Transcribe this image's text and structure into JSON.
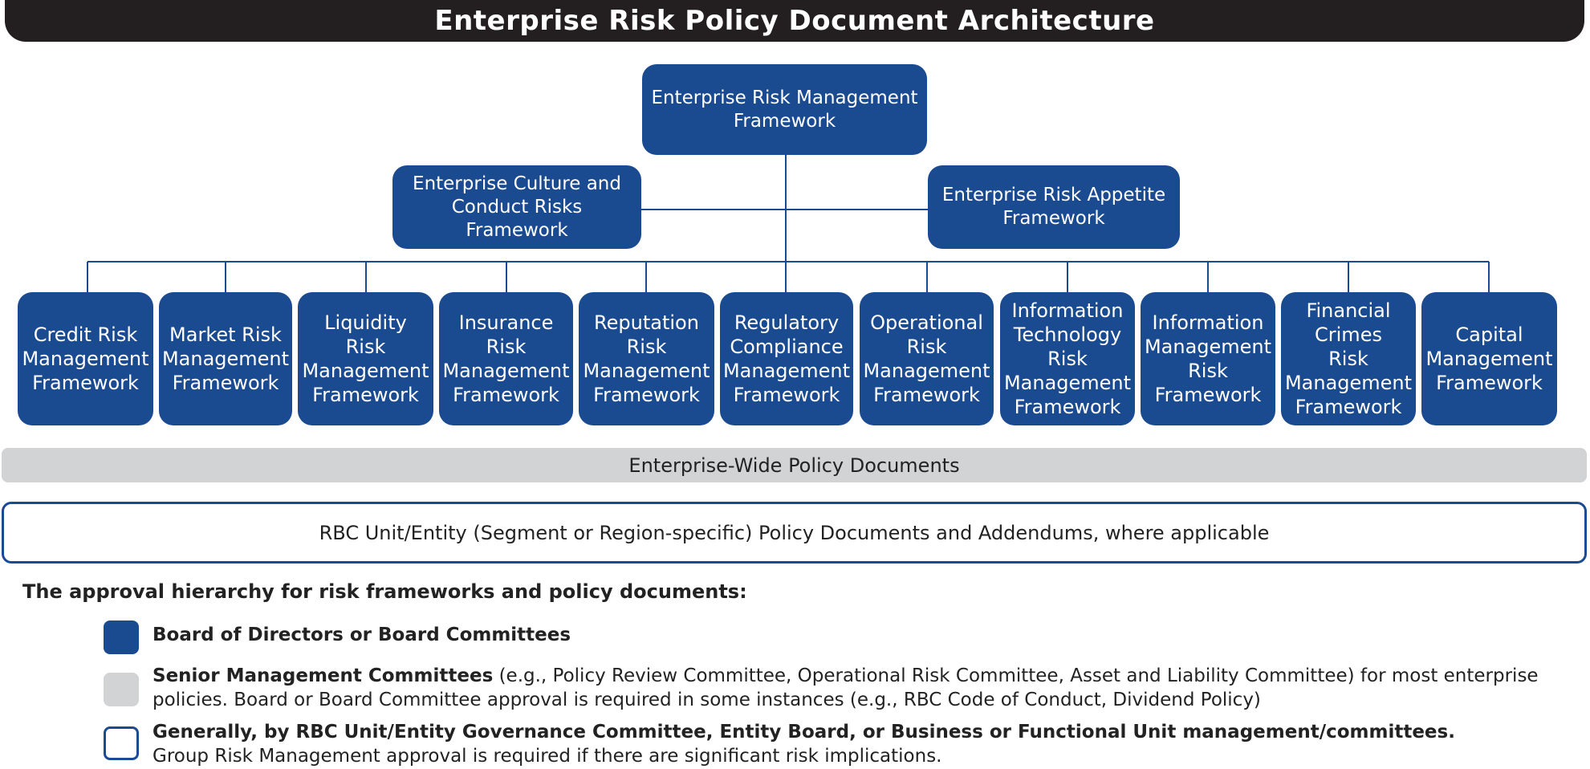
{
  "title": "Enterprise Risk Policy Document Architecture",
  "colors": {
    "board_blue": "#1a4a90",
    "senior_gray": "#d1d3d4",
    "title_black": "#231f20"
  },
  "top_framework": "Enterprise Risk Management\nFramework",
  "second_level": {
    "left": "Enterprise Culture and\nConduct Risks\nFramework",
    "right": "Enterprise Risk Appetite\nFramework"
  },
  "risk_frameworks": [
    "Credit Risk\nManagement\nFramework",
    "Market Risk\nManagement\nFramework",
    "Liquidity\nRisk\nManagement\nFramework",
    "Insurance\nRisk\nManagement\nFramework",
    "Reputation\nRisk\nManagement\nFramework",
    "Regulatory\nCompliance\nManagement\nFramework",
    "Operational\nRisk\nManagement\nFramework",
    "Information\nTechnology\nRisk\nManagement\nFramework",
    "Information\nManagement\nRisk\nFramework",
    "Financial\nCrimes\nRisk\nManagement\nFramework",
    "Capital\nManagement\nFramework"
  ],
  "enterprise_wide_band": "Enterprise-Wide Policy Documents",
  "unit_band": "RBC Unit/Entity (Segment or Region-specific) Policy Documents and Addendums, where applicable",
  "legend": {
    "heading": "The approval hierarchy for risk frameworks and policy documents:",
    "board": "Board of Directors or Board Committees",
    "senior_bold": "Senior Management Committees",
    "senior_rest": " (e.g., Policy Review Committee, Operational Risk Committee, Asset and Liability Committee) for most enterprise policies. Board or Board Committee approval is required in some instances (e.g., RBC Code of Conduct, Dividend Policy)",
    "unit_bold": "Generally, by RBC Unit/Entity Governance Committee, Entity Board, or Business or Functional Unit management/committees.",
    "unit_rest": "Group Risk Management approval is required if there are significant risk implications."
  }
}
